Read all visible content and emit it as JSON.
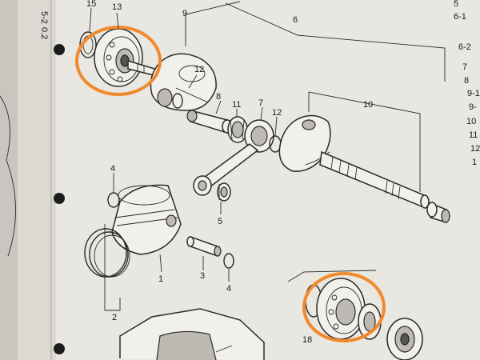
{
  "diagram": {
    "part_labels": {
      "p1": "1",
      "p2": "2",
      "p3": "3",
      "p4a": "4",
      "p4b": "4",
      "p5": "5",
      "p6": "6",
      "p7": "7",
      "p8": "8",
      "p9": "9",
      "p10": "10",
      "p11": "11",
      "p12a": "12",
      "p12b": "12",
      "p13": "13",
      "p15": "15",
      "p18": "18"
    },
    "index_column": [
      "5",
      "6-1",
      "6-2",
      "7",
      "8",
      "9-1",
      "9-",
      "10",
      "11",
      "12",
      "1"
    ],
    "margin_marks": [
      "5-2",
      "0.2"
    ],
    "highlight_color": "#f08a2c"
  }
}
